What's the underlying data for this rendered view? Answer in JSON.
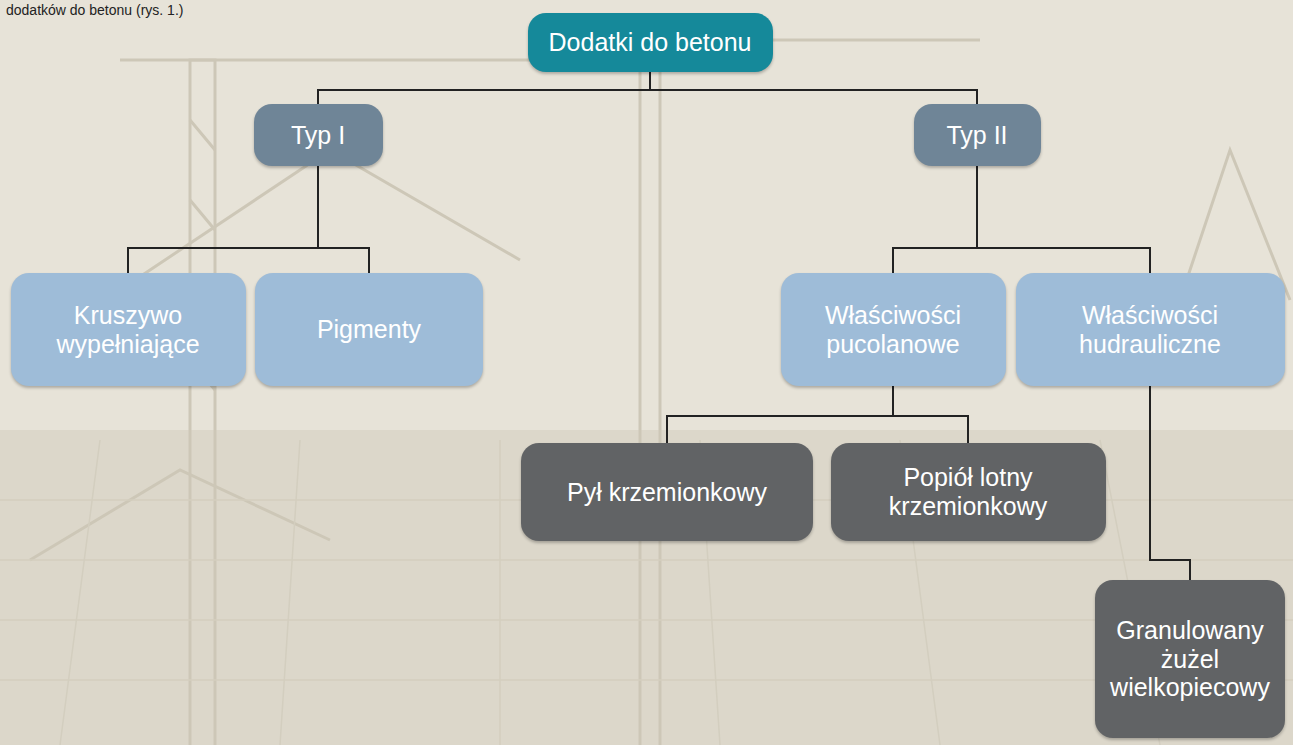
{
  "diagram": {
    "nodes": [
      {
        "text": [
          "Dodatki do betonu"
        ]
      },
      {
        "text": [
          "Typ I"
        ]
      },
      {
        "text": [
          "Typ II"
        ]
      },
      {
        "text": [
          "Kruszywo wypełniające"
        ]
      },
      {
        "text": [
          "Pigmenty"
        ]
      },
      {
        "text": [
          "Właściwości pucolanowe"
        ]
      },
      {
        "text": [
          "Właściwości hudrauliczne"
        ]
      },
      {
        "text": [
          "Pył krzemionkowy"
        ]
      },
      {
        "text": [
          "Popiół lotny krzemionkowy"
        ]
      },
      {
        "text": [
          "Granulowany żużel wielkopiecowy"
        ]
      }
    ],
    "edges": [
      {
        "from": 0,
        "to": 1,
        "arrow": "none"
      },
      {
        "from": 0,
        "to": 2,
        "arrow": "none"
      },
      {
        "from": 1,
        "to": 3,
        "arrow": "none"
      },
      {
        "from": 1,
        "to": 4,
        "arrow": "none"
      },
      {
        "from": 2,
        "to": 5,
        "arrow": "none"
      },
      {
        "from": 2,
        "to": 6,
        "arrow": "none"
      },
      {
        "from": 5,
        "to": 7,
        "arrow": "none"
      },
      {
        "from": 5,
        "to": 8,
        "arrow": "none"
      },
      {
        "from": 6,
        "to": 9,
        "arrow": "none"
      }
    ],
    "labels": [
      "dodatków do betonu (rys. 1.)"
    ]
  }
}
